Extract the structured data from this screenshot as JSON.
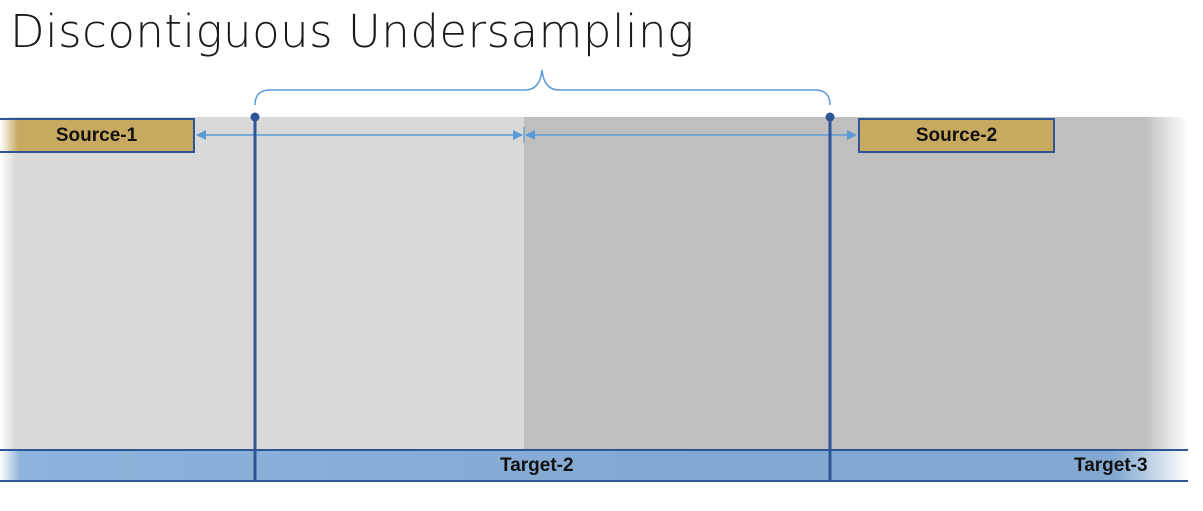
{
  "title": "Discontiguous Undersampling",
  "sources": [
    {
      "label": "Source-1"
    },
    {
      "label": "Source-2"
    }
  ],
  "targets": [
    {
      "label": "Target-2"
    },
    {
      "label": "Target-3"
    }
  ],
  "colors": {
    "source_fill": "#c8a960",
    "outline_blue": "#2f5597",
    "arrow_blue": "#5b9bd5",
    "panel_light": "#d9d9d9",
    "panel_dark": "#bfbfbf",
    "target_fill": "#84a9d1"
  }
}
